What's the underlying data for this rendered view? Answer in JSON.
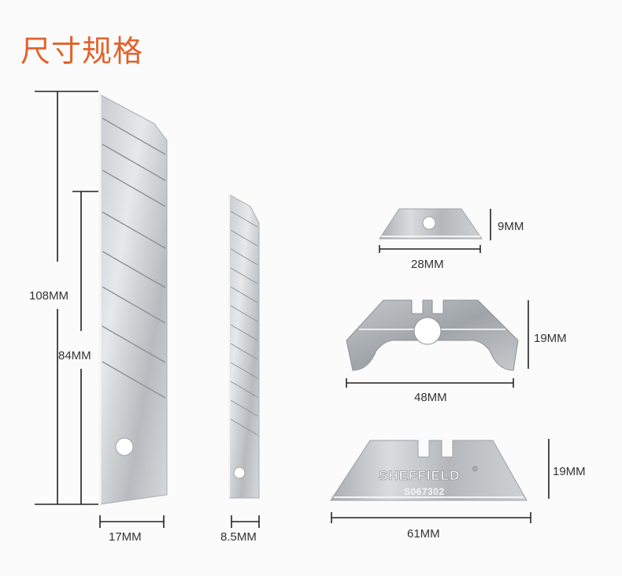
{
  "title": "尺寸规格",
  "dimensions": {
    "blade_large_length": "108MM",
    "blade_large_break_length": "84MM",
    "blade_large_width": "17MM",
    "blade_small_width": "8.5MM",
    "trapezoid_small_height": "9MM",
    "trapezoid_small_width": "28MM",
    "hook_blade_height": "19MM",
    "hook_blade_width": "48MM",
    "utility_blade_height": "19MM",
    "utility_blade_width": "61MM"
  },
  "utility_blade_engraving": {
    "brand": "SHEFFIELD",
    "mark": "®",
    "code": "S067302"
  },
  "colors": {
    "title": "#e2622a",
    "dim_line": "#222222",
    "metal_light": "#e4e6e8",
    "metal_dark": "#9ea2a6"
  }
}
